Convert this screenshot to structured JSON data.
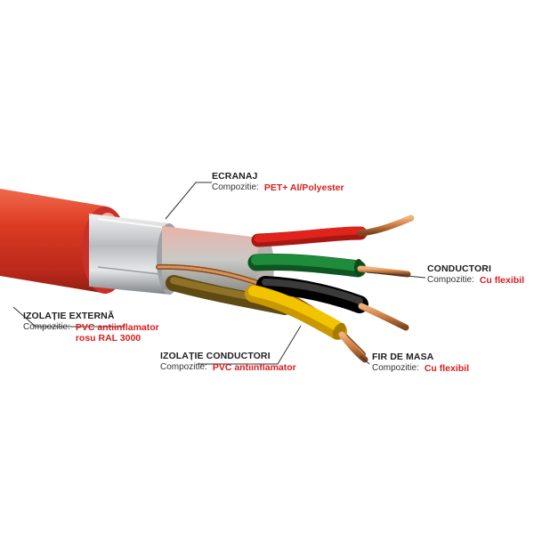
{
  "callouts": {
    "ecranaj": {
      "title": "ECRANAJ",
      "label": "Compozitie:",
      "value": "PET+ Al/Polyester"
    },
    "conductori": {
      "title": "CONDUCTORI",
      "label": "Compozitie:",
      "value": "Cu flexibil"
    },
    "izolatie_externa": {
      "title": "IZOLAȚIE EXTERNĂ",
      "label": "Compozitie:",
      "value_lines": [
        "PVC antiinflamator",
        "rosu RAL 3000"
      ]
    },
    "izolatie_conductori": {
      "title": "IZOLAȚIE CONDUCTORI",
      "label": "Compozitie:",
      "value": "PVC antiinflamator"
    },
    "fir_de_masa": {
      "title": "FIR DE MASA",
      "label": "Compozitie:",
      "value": "Cu flexibil"
    }
  },
  "colors": {
    "outer_jacket": "#d83a22",
    "value_text": "#d81e1e",
    "wire_red": "#e0231c",
    "wire_green": "#1e8c3a",
    "wire_black": "#1a1a1a",
    "wire_yellow": "#f2c400",
    "copper": "#c87a3e"
  }
}
